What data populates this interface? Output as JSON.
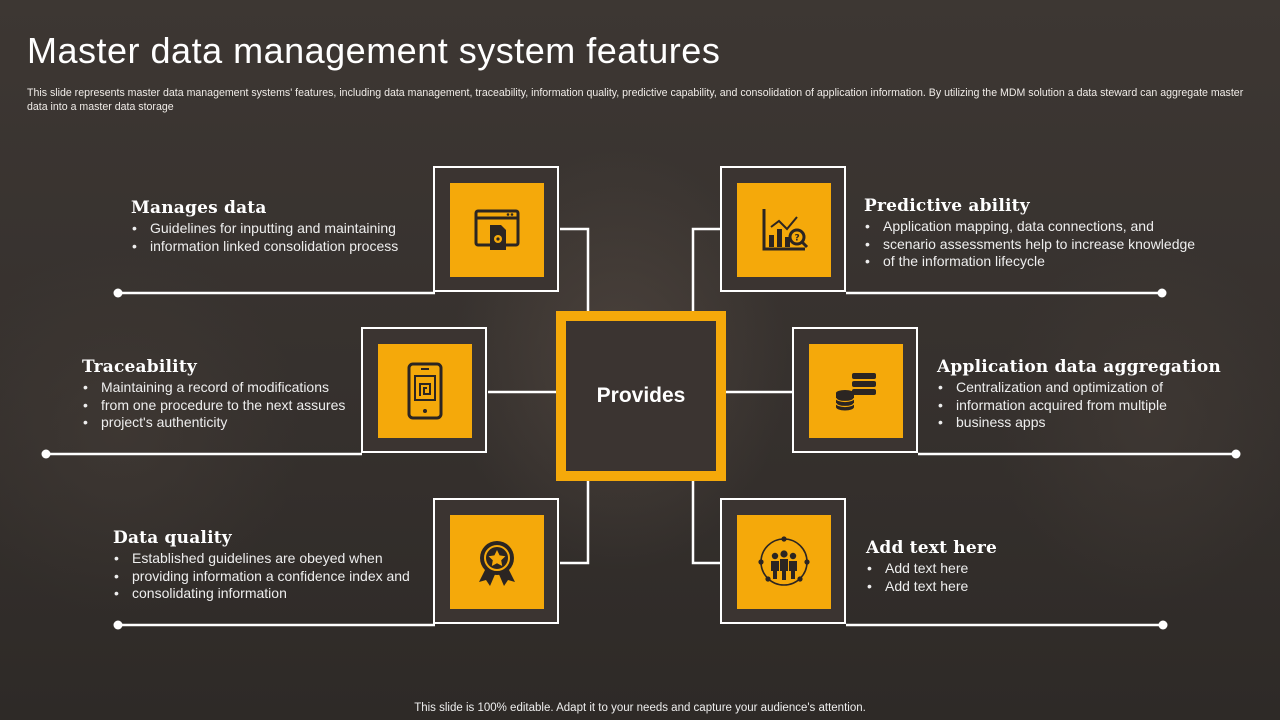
{
  "slide": {
    "title": "Master data management system features",
    "subtitle": "This slide represents master data management systems' features, including data management, traceability, information quality, predictive capability, and consolidation of application information. By utilizing the MDM  solution a data steward can aggregate master data into a master data storage",
    "center_label": "Provides",
    "footer": "This slide is 100% editable. Adapt it to your needs and capture your audience's attention."
  },
  "features": {
    "manages_data": {
      "title": "Manages data",
      "bullets": [
        "Guidelines for inputting and maintaining",
        "information linked consolidation process"
      ],
      "icon": "web-file-settings-icon"
    },
    "traceability": {
      "title": "Traceability",
      "bullets": [
        "Maintaining  a record of modifications",
        "from one procedure to the next assures",
        "project's authenticity"
      ],
      "icon": "mobile-trace-icon"
    },
    "data_quality": {
      "title": "Data quality",
      "bullets": [
        "Established guidelines are obeyed when",
        "providing information a confidence index and",
        "consolidating information"
      ],
      "icon": "award-badge-icon"
    },
    "predictive_ability": {
      "title": "Predictive  ability",
      "bullets": [
        "Application mapping, data connections, and",
        "scenario assessments help to increase knowledge",
        "of the information lifecycle"
      ],
      "icon": "chart-analysis-icon"
    },
    "application_data_aggregation": {
      "title": "Application  data aggregation",
      "bullets": [
        "Centralization and optimization of",
        "information acquired from multiple",
        "business apps"
      ],
      "icon": "database-stack-icon"
    },
    "add_text": {
      "title": "Add text here",
      "bullets": [
        "Add text here",
        "Add text here"
      ],
      "icon": "team-network-icon"
    }
  },
  "colors": {
    "accent": "#f5a90a",
    "background": "#3a3532",
    "lines": "#ffffff"
  }
}
